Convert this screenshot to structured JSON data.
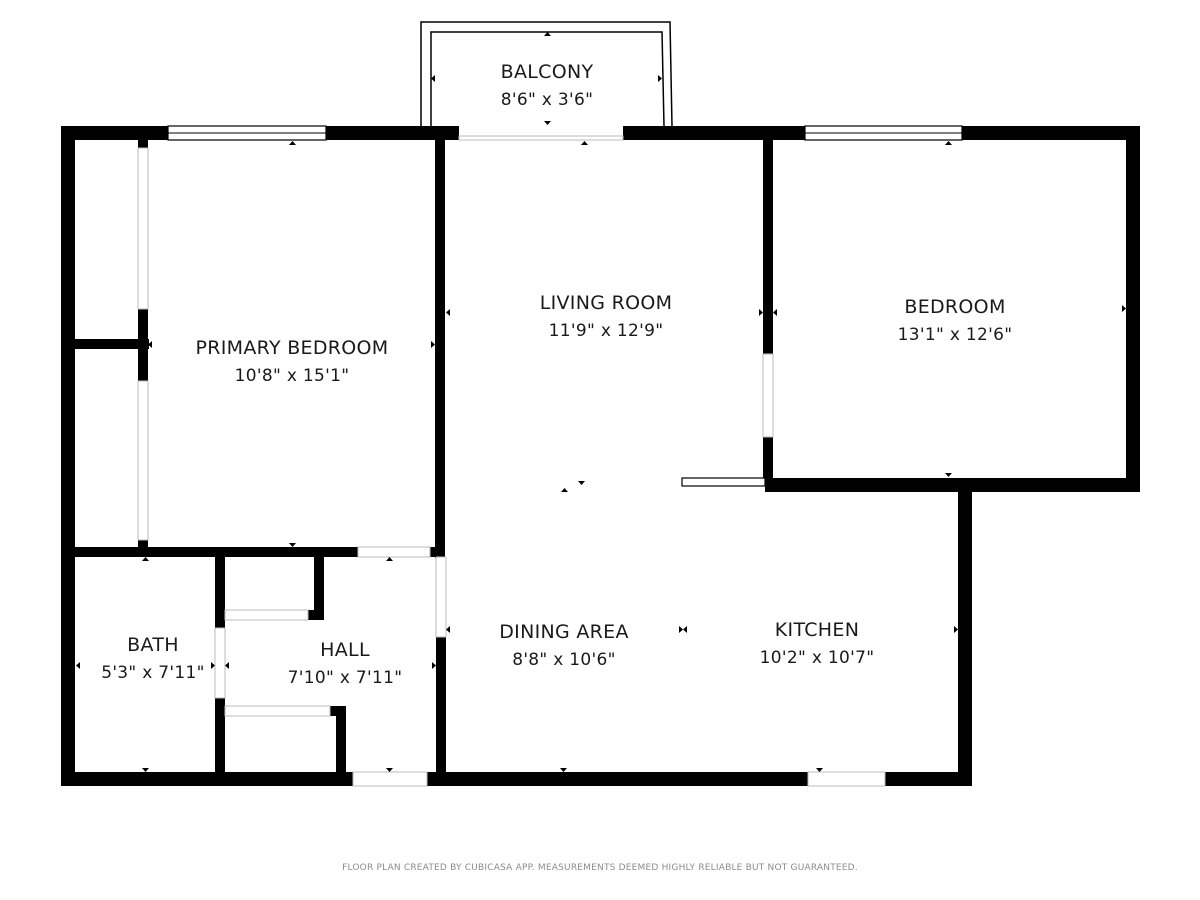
{
  "rooms": [
    {
      "id": "balcony",
      "name": "BALCONY",
      "dimensions": "8'6\" x 3'6\""
    },
    {
      "id": "living-room",
      "name": "LIVING ROOM",
      "dimensions": "11'9\" x 12'9\""
    },
    {
      "id": "bedroom",
      "name": "BEDROOM",
      "dimensions": "13'1\" x 12'6\""
    },
    {
      "id": "primary-bedroom",
      "name": "PRIMARY BEDROOM",
      "dimensions": "10'8\" x 15'1\""
    },
    {
      "id": "bath",
      "name": "BATH",
      "dimensions": "5'3\" x 7'11\""
    },
    {
      "id": "hall",
      "name": "HALL",
      "dimensions": "7'10\" x 7'11\""
    },
    {
      "id": "dining-area",
      "name": "DINING AREA",
      "dimensions": "8'8\" x 10'6\""
    },
    {
      "id": "kitchen",
      "name": "KITCHEN",
      "dimensions": "10'2\" x 10'7\""
    }
  ],
  "footer": "FLOOR PLAN CREATED BY CUBICASA APP. MEASUREMENTS DEEMED HIGHLY RELIABLE BUT NOT GUARANTEED."
}
